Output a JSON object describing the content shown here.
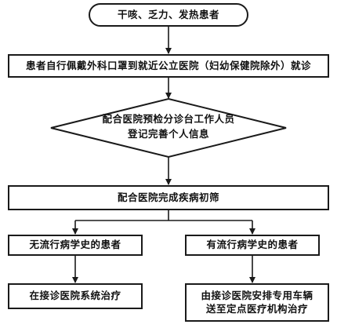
{
  "flowchart": {
    "start": "干咳、乏力、发热患者",
    "step_visit": "患者自行佩戴外科口罩到就近公立医院（妇幼保健院除外）就诊",
    "step_register": {
      "line1": "配合医院预检分诊台工作人员",
      "line2": "登记完善个人信息"
    },
    "step_screening": "配合医院完成疾病初筛",
    "branch_left": "无流行病学史的患者",
    "branch_right": "有流行病学史的患者",
    "outcome_left": "在接诊医院系统治疗",
    "outcome_right": {
      "line1": "由接诊医院安排专用车辆",
      "line2": "送至定点医疗机构治疗"
    }
  }
}
